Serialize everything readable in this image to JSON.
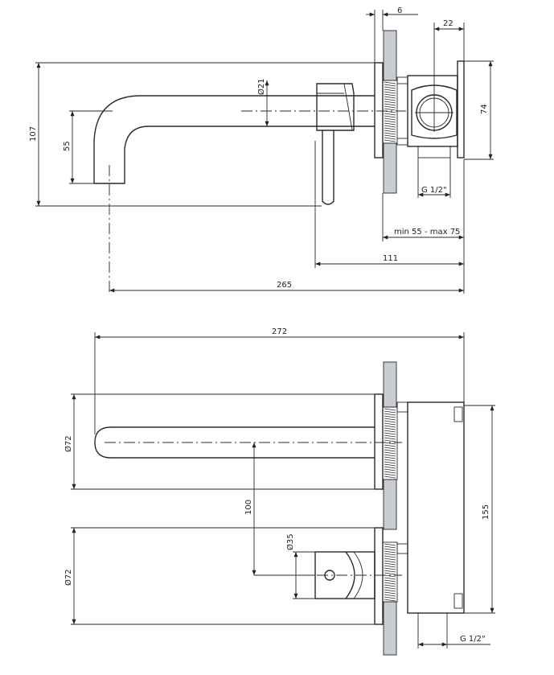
{
  "dimensions": {
    "wall_thickness": "6",
    "body_offset": "22",
    "body_height_side": "74",
    "diameter_spout_side": "Ø21",
    "total_height": "107",
    "spout_drop": "55",
    "thread_side": "G 1/2\"",
    "depth_range": "min 55 - max 75",
    "handle_projection": "111",
    "spout_projection": "265",
    "spout_length_front": "272",
    "diameter_spout_plate": "Ø72",
    "diameter_handle_plate": "Ø72",
    "axis_distance": "100",
    "diameter_handle": "Ø35",
    "body_height_front": "155",
    "thread_front": "G 1/2\""
  },
  "colors": {
    "line": "#2a2a2a",
    "wall": "#c9cdd1",
    "background": "#ffffff"
  }
}
